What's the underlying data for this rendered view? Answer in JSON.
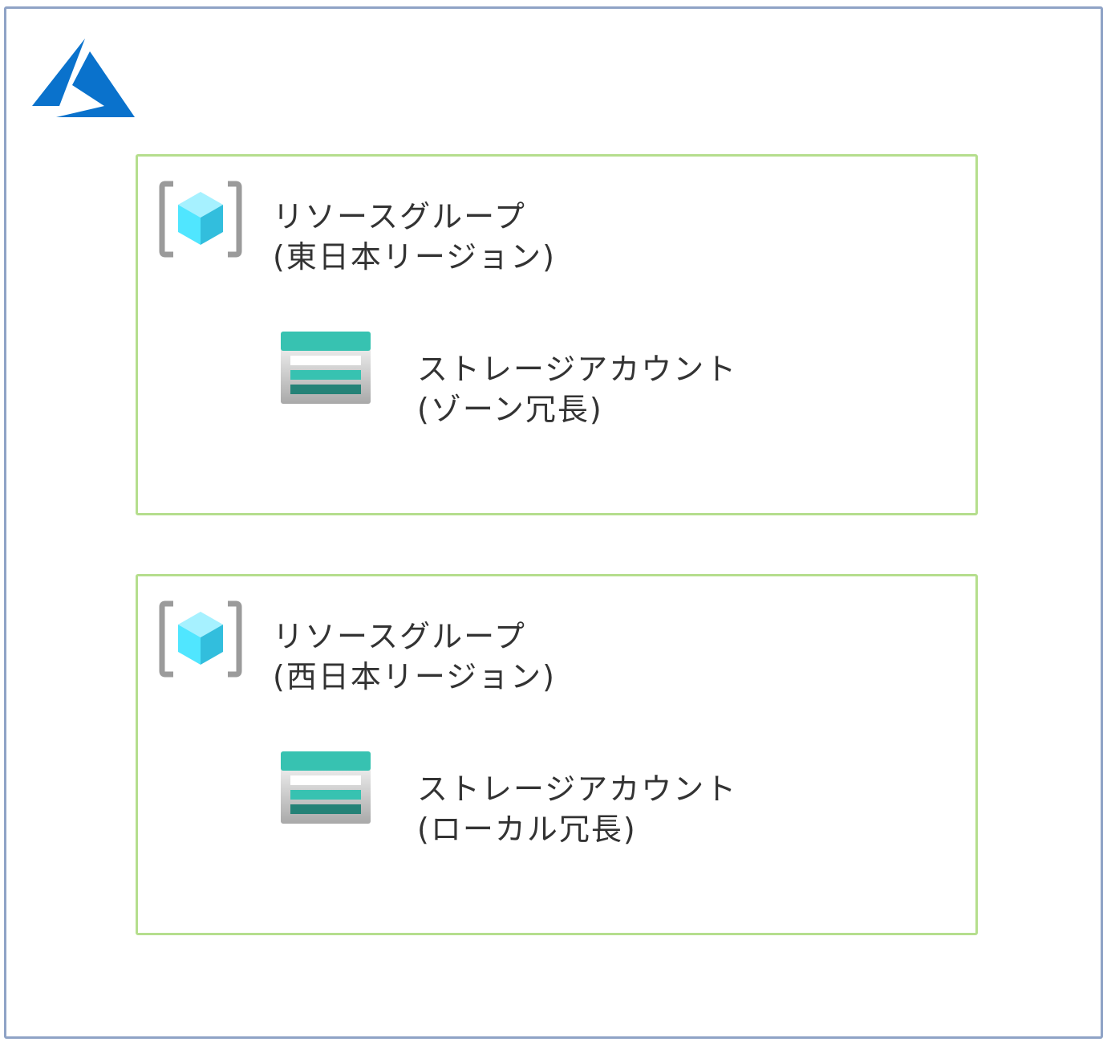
{
  "icons": {
    "logo": "azure-logo-icon",
    "resource_group": "resource-group-icon",
    "storage_account": "storage-account-icon"
  },
  "colors": {
    "frame_border": "#8fa3c6",
    "group_border": "#b5de8d",
    "azure_blue": "#0a72cc",
    "cube_cyan": "#50e6ff",
    "storage_teal": "#37c2b1"
  },
  "resource_groups": [
    {
      "label_line1": "リソースグループ",
      "label_line2": "(東日本リージョン)",
      "storage": {
        "label_line1": "ストレージアカウント",
        "label_line2": "(ゾーン冗長)"
      }
    },
    {
      "label_line1": "リソースグループ",
      "label_line2": "(西日本リージョン)",
      "storage": {
        "label_line1": "ストレージアカウント",
        "label_line2": "(ローカル冗長)"
      }
    }
  ]
}
